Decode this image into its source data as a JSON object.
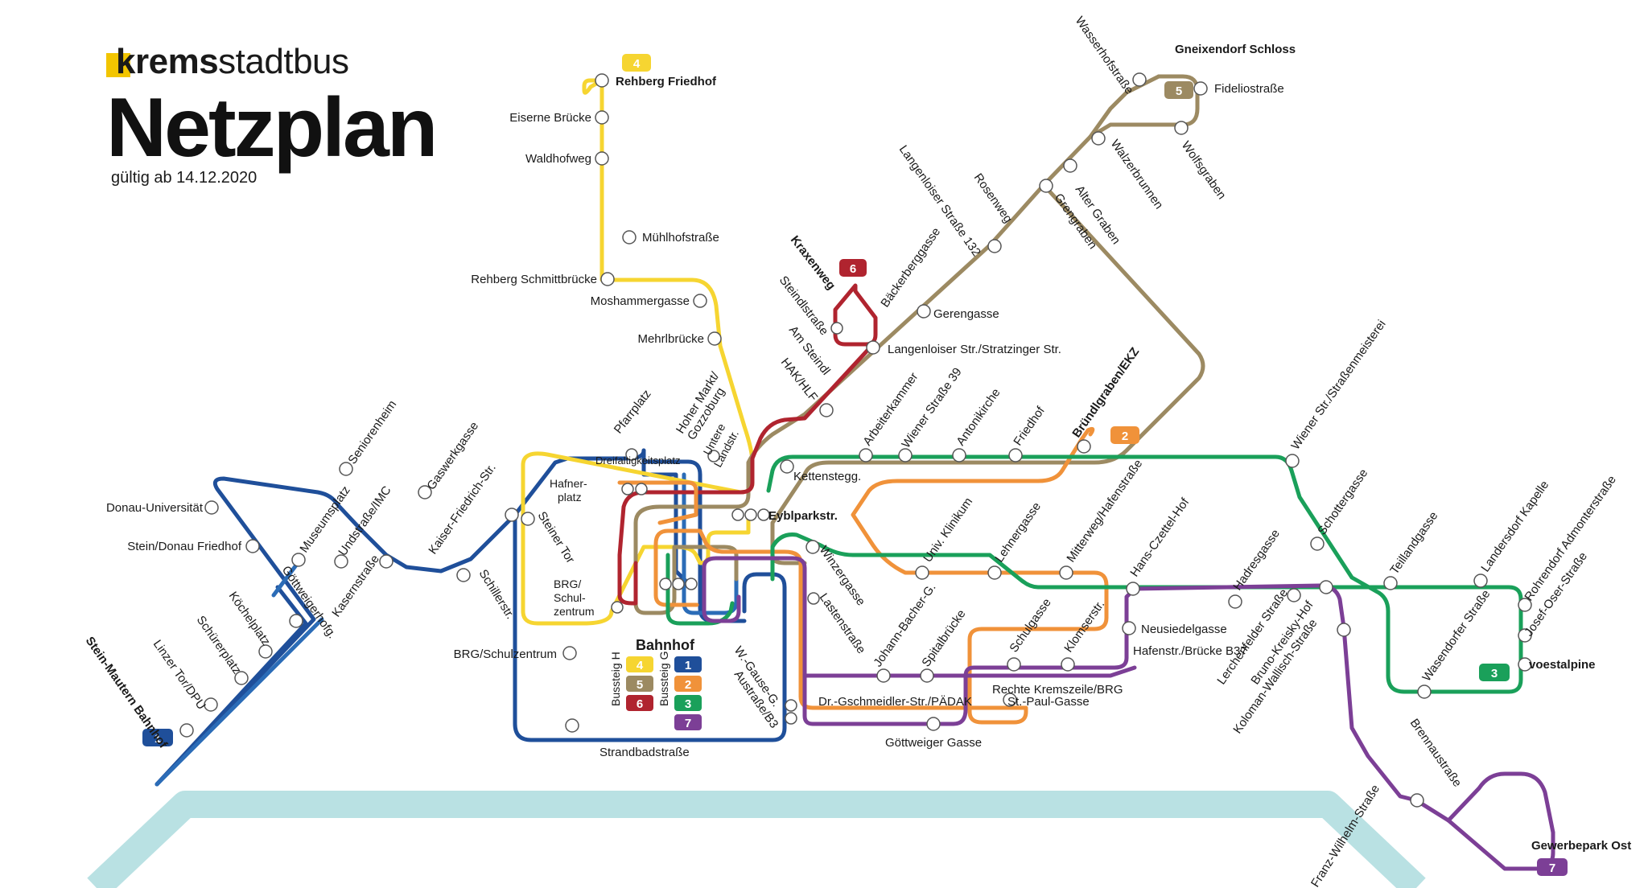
{
  "header": {
    "brand_prefix": "krems",
    "brand_suffix": "stadtbus",
    "title": "Netzplan",
    "valid_from": "gültig ab 14.12.2020"
  },
  "colors": {
    "line1": "#1f4f9a",
    "line2": "#f0923a",
    "line3": "#1aa05a",
    "line4": "#f6d531",
    "line5": "#9c8a62",
    "line6": "#b0242f",
    "line7": "#7c3f96",
    "river": "#b9e1e3",
    "blue_line": "#2b6cb7"
  },
  "lines": {
    "l1": "1",
    "l2": "2",
    "l3": "3",
    "l4": "4",
    "l5": "5",
    "l6": "6",
    "l7": "7"
  },
  "bahnhof": {
    "title": "Bahnhof",
    "steig_h": "Bussteig H",
    "steig_g": "Bussteig G"
  },
  "stations": {
    "rehberg_friedhof": "Rehberg Friedhof",
    "eiserne_bruecke": "Eiserne Brücke",
    "waldhofweg": "Waldhofweg",
    "muehlhofstrasse": "Mühlhofstraße",
    "rehberg_schmittbruecke": "Rehberg Schmittbrücke",
    "moshammergasse": "Moshammergasse",
    "mehrlbruecke": "Mehrlbrücke",
    "pfarrplatz": "Pfarrplatz",
    "hoher_markt": "Hoher Markt/",
    "gozzoburg": "Gozzoburg",
    "untere": "Untere",
    "landstr": "Landstr.",
    "dreifaltigkeitsplatz": "Dreifaltigkeitsplatz",
    "hafner1": "Hafner-",
    "hafner2": "platz",
    "steiner_tor": "Steiner Tor",
    "brg1": "BRG/",
    "brg2": "Schul-",
    "brg3": "zentrum",
    "brg_schulzentrum": "BRG/Schulzentrum",
    "strandbadstrasse": "Strandbadstraße",
    "eyblparkstr": "Eyblparkstr.",
    "kettenstegg": "Kettenstegg.",
    "kraxenweg": "Kraxenweg",
    "steindlstrasse": "Steindlstraße",
    "am_steindl": "Am Steindl",
    "hak_hlf": "HAK/HLF",
    "baeckerberggasse": "Bäckerberggasse",
    "gerengasse": "Gerengasse",
    "langenloiser_stratzinger": "Langenloiser Str./Stratzinger Str.",
    "langenloiser_132": "Langenloiser Straße 132",
    "rosenweg": "Rosenweg",
    "alter_graben": "Alter Graben",
    "grengraben": "Grengraben",
    "walzerbrunnen": "Walzerbrunnen",
    "wasserhofstrasse": "Wasserhofstraße",
    "gneixendorf_schloss": "Gneixendorf Schloss",
    "fideliostrasse": "Fideliostraße",
    "wolfsgraben": "Wolfsgraben",
    "arbeiterkammer": "Arbeiterkammer",
    "wiener_39": "Wiener Straße 39",
    "antonikirche": "Antonikirche",
    "friedhof": "Friedhof",
    "bruendlgraben": "Bründlgraben/EKZ",
    "wiener_strassenmeisterei": "Wiener Str./Straßenmeisterei",
    "schottergasse": "Schottergasse",
    "teillandgasse": "Teillandgasse",
    "landersdorf_kapelle": "Landersdorf Kapelle",
    "rohrendorf": "Rohrendorf Admonterstraße",
    "josef_oser": "Josef-Oser-Straße",
    "voestalpine": "voestalpine",
    "wasendorfer": "Wasendorfer Straße",
    "univ_klinikum": "Univ. Klinikum",
    "lehnergasse": "Lehnergasse",
    "mitterweg": "Mitterweg/Hafenstraße",
    "hans_czettel": "Hans-Czettel-Hof",
    "hadresgasse": "Hadresgasse",
    "neusiedelgasse": "Neusiedelgasse",
    "hafenstr_b37": "Hafenstr./Brücke B37",
    "lerchenfelder": "Lerchenfelder Straße",
    "bruno_kreisky": "Bruno-Kreisky-Hof",
    "koloman_wallisch": "Koloman-Wallisch-Straße",
    "brennaustrasse": "Brennaustraße",
    "franz_wilhelm": "Franz-Wilhelm-Straße",
    "gewerbepark_ost": "Gewerbepark Ost",
    "winzergasse": "Winzergasse",
    "lastenstrasse": "Lastenstraße",
    "johann_bacher": "Johann-Bacher-G.",
    "spitalbruecke": "Spitalbrücke",
    "schulgasse": "Schulgasse",
    "klomserstr": "Klomserstr.",
    "dr_gschmeidler": "Dr.-Gschmeidler-Str./PÄDAK",
    "rechte_kremszeile": "Rechte Kremszeile/BRG",
    "st_paul": "St.-Paul-Gasse",
    "goettweiger_gasse": "Göttweiger Gasse",
    "w_gause": "W.-Gause-G.",
    "austrasse": "Austraße/B3",
    "donau_universitaet": "Donau-Universität",
    "stein_donau_friedhof": "Stein/Donau Friedhof",
    "goettweigerhofg": "Göttweigerhofg.",
    "koechelplatz": "Köchelplatz",
    "schuererplatz": "Schürerplatz",
    "linzer_tor": "Linzer Tor/DPU",
    "stein_mautern": "Stein-Mautern Bahnhof",
    "museumsplatz": "Museumsplatz",
    "kasernstrasse": "Kasernstraße",
    "undstrasse": "Undstraße/IMC",
    "seniorenheim": "Seniorenheim",
    "gaswerkgasse": "Gaswerkgasse",
    "kaiser_friedrich": "Kaiser-Friedrich-Str.",
    "schillerstr": "Schillerstr."
  }
}
